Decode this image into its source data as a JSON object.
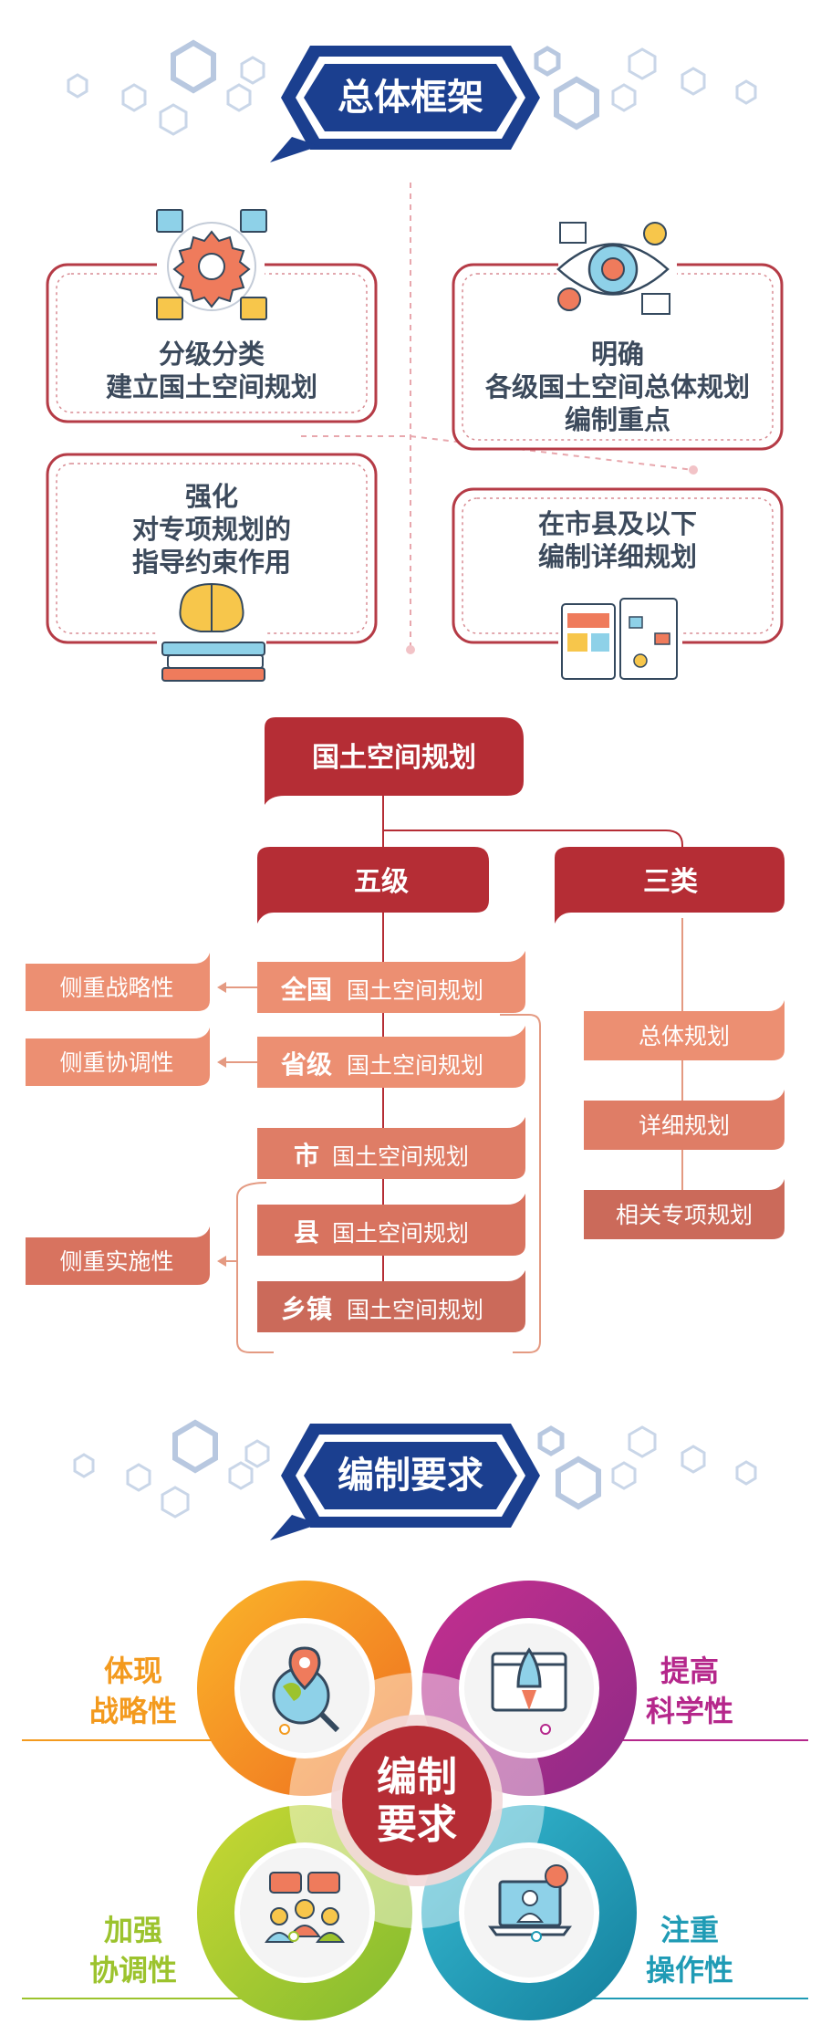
{
  "section1": {
    "title": "总体框架",
    "cards": [
      {
        "lines": [
          "分级分类",
          "建立国土空间规划"
        ]
      },
      {
        "lines": [
          "明确",
          "各级国土空间总体规划",
          "编制重点"
        ]
      },
      {
        "lines": [
          "强化",
          "对专项规划的",
          "指导约束作用"
        ]
      },
      {
        "lines": [
          "在市县及以下",
          "编制详细规划"
        ]
      }
    ]
  },
  "section2": {
    "root": "国土空间规划",
    "five_label": "五级",
    "three_label": "三类",
    "levels": [
      {
        "level": "全国",
        "suffix": "国土空间规划"
      },
      {
        "level": "省级",
        "suffix": "国土空间规划"
      },
      {
        "level": "市",
        "suffix": "国土空间规划"
      },
      {
        "level": "县",
        "suffix": "国土空间规划"
      },
      {
        "level": "乡镇",
        "suffix": "国土空间规划"
      }
    ],
    "emphasis": [
      "侧重战略性",
      "侧重协调性",
      "侧重实施性"
    ],
    "types": [
      "总体规划",
      "详细规划",
      "相关专项规划"
    ]
  },
  "section3": {
    "title": "编制要求",
    "center_lines": [
      "编制",
      "要求"
    ],
    "items": [
      {
        "lines": [
          "体现",
          "战略性"
        ],
        "color": "#f39a1e"
      },
      {
        "lines": [
          "提高",
          "科学性"
        ],
        "color": "#b5278b"
      },
      {
        "lines": [
          "加强",
          "协调性"
        ],
        "color": "#9cc32d"
      },
      {
        "lines": [
          "注重",
          "操作性"
        ],
        "color": "#1f9bb5"
      }
    ]
  },
  "colors": {
    "navy": "#1b3f8f",
    "red": "#b52d35",
    "salmon": "#ec8f72",
    "card_border": "#b53b46"
  }
}
